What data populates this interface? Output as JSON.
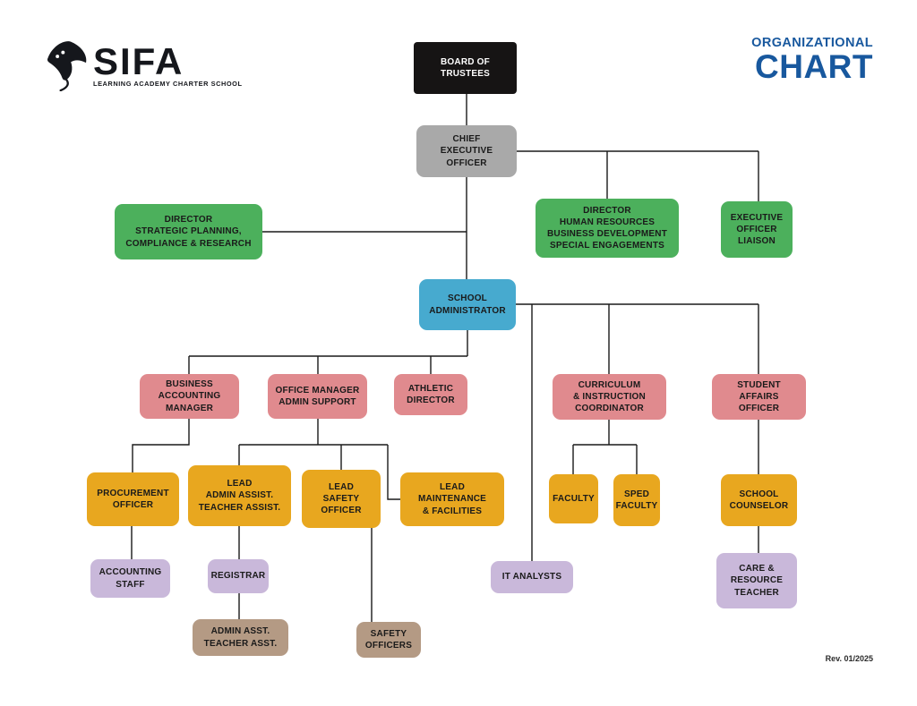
{
  "logo": {
    "name": "SIFA",
    "tagline": "LEARNING ACADEMY CHARTER SCHOOL"
  },
  "header": {
    "line1": "ORGANIZATIONAL",
    "line2": "CHART",
    "color": "#18589e"
  },
  "rev_label": "Rev. 01/2025",
  "colors": {
    "black": "#161414",
    "gray": "#a9a9a9",
    "green": "#4cb05c",
    "blue": "#47aacf",
    "pink": "#e08a8e",
    "gold": "#e8a71f",
    "lavender": "#c9b8da",
    "tan": "#b49a84",
    "line": "#1a1a1a"
  },
  "nodes": {
    "board": {
      "label": "BOARD OF\nTRUSTEES",
      "color": "#161414",
      "text_color": "#ffffff"
    },
    "ceo": {
      "label": "CHIEF\nEXECUTIVE\nOFFICER",
      "color": "#a9a9a9"
    },
    "dir_strategic": {
      "label": "DIRECTOR\nSTRATEGIC PLANNING,\nCOMPLIANCE & RESEARCH",
      "color": "#4cb05c"
    },
    "dir_hr": {
      "label": "DIRECTOR\nHUMAN RESOURCES\nBUSINESS DEVELOPMENT\nSPECIAL ENGAGEMENTS",
      "color": "#4cb05c"
    },
    "exec_liaison": {
      "label": "EXECUTIVE\nOFFICER\nLIAISON",
      "color": "#4cb05c"
    },
    "school_admin": {
      "label": "SCHOOL\nADMINISTRATOR",
      "color": "#47aacf"
    },
    "business_mgr": {
      "label": "BUSINESS\nACCOUNTING\nMANAGER",
      "color": "#e08a8e"
    },
    "office_mgr": {
      "label": "OFFICE MANAGER\nADMIN SUPPORT",
      "color": "#e08a8e"
    },
    "athletic": {
      "label": "ATHLETIC\nDIRECTOR",
      "color": "#e08a8e"
    },
    "curriculum": {
      "label": "CURRICULUM\n& INSTRUCTION\nCOORDINATOR",
      "color": "#e08a8e"
    },
    "student_affairs": {
      "label": "STUDENT\nAFFAIRS\nOFFICER",
      "color": "#e08a8e"
    },
    "procurement": {
      "label": "PROCUREMENT\nOFFICER",
      "color": "#e8a71f"
    },
    "lead_admin": {
      "label": "LEAD\nADMIN ASSIST.\nTEACHER ASSIST.",
      "color": "#e8a71f"
    },
    "lead_safety": {
      "label": "LEAD\nSAFETY\nOFFICER",
      "color": "#e8a71f"
    },
    "lead_maint": {
      "label": "LEAD\nMAINTENANCE\n& FACILITIES",
      "color": "#e8a71f"
    },
    "faculty": {
      "label": "FACULTY",
      "color": "#e8a71f"
    },
    "sped_faculty": {
      "label": "SPED\nFACULTY",
      "color": "#e8a71f"
    },
    "school_counselor": {
      "label": "SCHOOL\nCOUNSELOR",
      "color": "#e8a71f"
    },
    "accounting_staff": {
      "label": "ACCOUNTING\nSTAFF",
      "color": "#c9b8da"
    },
    "registrar": {
      "label": "REGISTRAR",
      "color": "#c9b8da"
    },
    "it_analysts": {
      "label": "IT ANALYSTS",
      "color": "#c9b8da"
    },
    "care_teacher": {
      "label": "CARE &\nRESOURCE\nTEACHER",
      "color": "#c9b8da"
    },
    "admin_asst": {
      "label": "ADMIN ASST.\nTEACHER ASST.",
      "color": "#b49a84"
    },
    "safety_officers": {
      "label": "SAFETY\nOFFICERS",
      "color": "#b49a84"
    }
  },
  "edges": [
    [
      "board",
      "ceo"
    ],
    [
      "ceo",
      "dir_strategic"
    ],
    [
      "ceo",
      "dir_hr"
    ],
    [
      "ceo",
      "exec_liaison"
    ],
    [
      "ceo",
      "school_admin"
    ],
    [
      "school_admin",
      "business_mgr"
    ],
    [
      "school_admin",
      "office_mgr"
    ],
    [
      "school_admin",
      "athletic"
    ],
    [
      "school_admin",
      "curriculum"
    ],
    [
      "school_admin",
      "student_affairs"
    ],
    [
      "school_admin",
      "it_analysts"
    ],
    [
      "business_mgr",
      "procurement"
    ],
    [
      "procurement",
      "accounting_staff"
    ],
    [
      "office_mgr",
      "lead_admin"
    ],
    [
      "office_mgr",
      "lead_safety"
    ],
    [
      "office_mgr",
      "lead_maint"
    ],
    [
      "lead_admin",
      "registrar"
    ],
    [
      "registrar",
      "admin_asst"
    ],
    [
      "lead_safety",
      "safety_officers"
    ],
    [
      "curriculum",
      "faculty"
    ],
    [
      "curriculum",
      "sped_faculty"
    ],
    [
      "student_affairs",
      "school_counselor"
    ],
    [
      "school_counselor",
      "care_teacher"
    ]
  ]
}
